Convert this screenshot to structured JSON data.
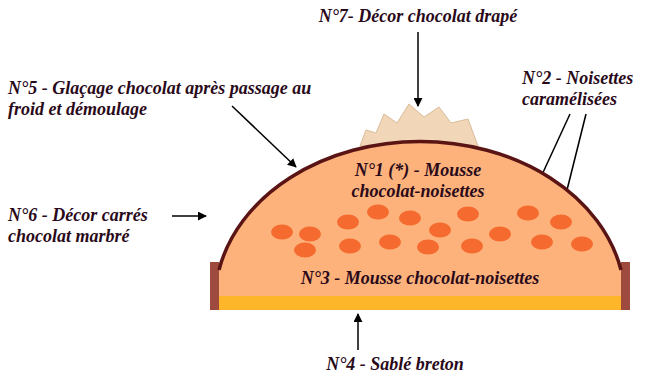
{
  "diagram": {
    "nodes": [
      {
        "text": [
          "N°1 (*) - Mousse chocolat-noisettes",
          "N°3 - Mousse chocolat-noisettes"
        ]
      }
    ],
    "labels": [
      "N°7- Décor chocolat drapé",
      "N°5 - Glaçage chocolat après passage au froid et démoulage",
      "N°2 - Noisettes caramélisées",
      "N°6 - Décor carrés chocolat marbré",
      "N°4 - Sablé breton"
    ]
  }
}
